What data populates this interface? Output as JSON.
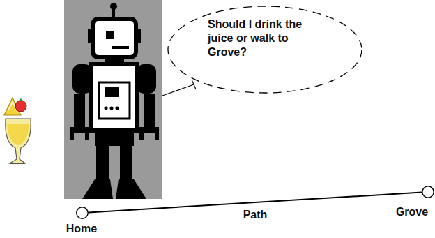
{
  "diagram": {
    "nodes": [
      {
        "text": [
          "Should I drink the juice or walk to Grove?"
        ]
      },
      {
        "text": [
          "Home"
        ]
      },
      {
        "text": [
          "Grove"
        ]
      }
    ],
    "edges": [
      {
        "from": 1,
        "to": 2,
        "label": "Path",
        "arrow": "none"
      }
    ]
  }
}
